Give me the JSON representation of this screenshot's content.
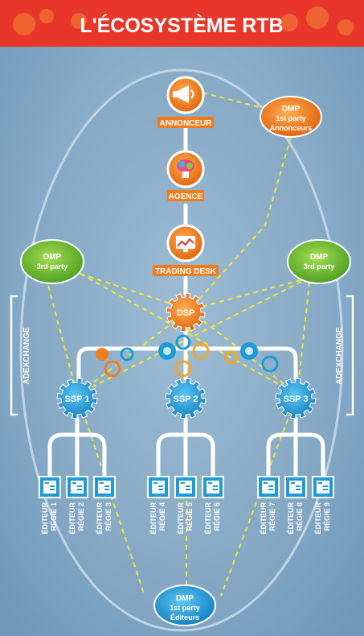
{
  "header": {
    "title": "L'ÉCOSYSTÈME RTB"
  },
  "colors": {
    "header_red": "#e8372a",
    "background_blue": "#7ea6c4",
    "orange": "#f07c1e",
    "blue": "#1e9bd7",
    "green": "#6cbd2f",
    "dash": "#f3e635"
  },
  "chain": {
    "announcer": "ANNONCEUR",
    "agency": "AGENCE",
    "trading_desk": "TRADING DESK",
    "dsp": "DSP"
  },
  "dmp": {
    "announcers": {
      "line1": "DMP",
      "line2": "1st party",
      "line3": "Annonceurs"
    },
    "third_left": {
      "line1": "DMP",
      "line2": "3rd party"
    },
    "third_right": {
      "line1": "DMP",
      "line2": "3rd party"
    },
    "publishers": {
      "line1": "DMP",
      "line2": "1st party",
      "line3": "Éditeurs"
    }
  },
  "adexchange_label": "ADEXCHANGE",
  "ssps": [
    "SSP 1",
    "SSP 2",
    "SSP 3"
  ],
  "publishers": [
    {
      "line1": "ÉDITEUR",
      "line2": "RÉGIE 1"
    },
    {
      "line1": "ÉDITEUR",
      "line2": "RÉGIE 2"
    },
    {
      "line1": "ÉDITEUR",
      "line2": "RÉGIE 3"
    },
    {
      "line1": "ÉDITEUR",
      "line2": "RÉGIE 4"
    },
    {
      "line1": "ÉDITEUR",
      "line2": "RÉGIE 5"
    },
    {
      "line1": "ÉDITEUR",
      "line2": "RÉGIE 6"
    },
    {
      "line1": "ÉDITEUR",
      "line2": "RÉGIE 7"
    },
    {
      "line1": "ÉDITEUR",
      "line2": "RÉGIE 8"
    },
    {
      "line1": "ÉDITEUR",
      "line2": "RÉGIE 9"
    }
  ]
}
